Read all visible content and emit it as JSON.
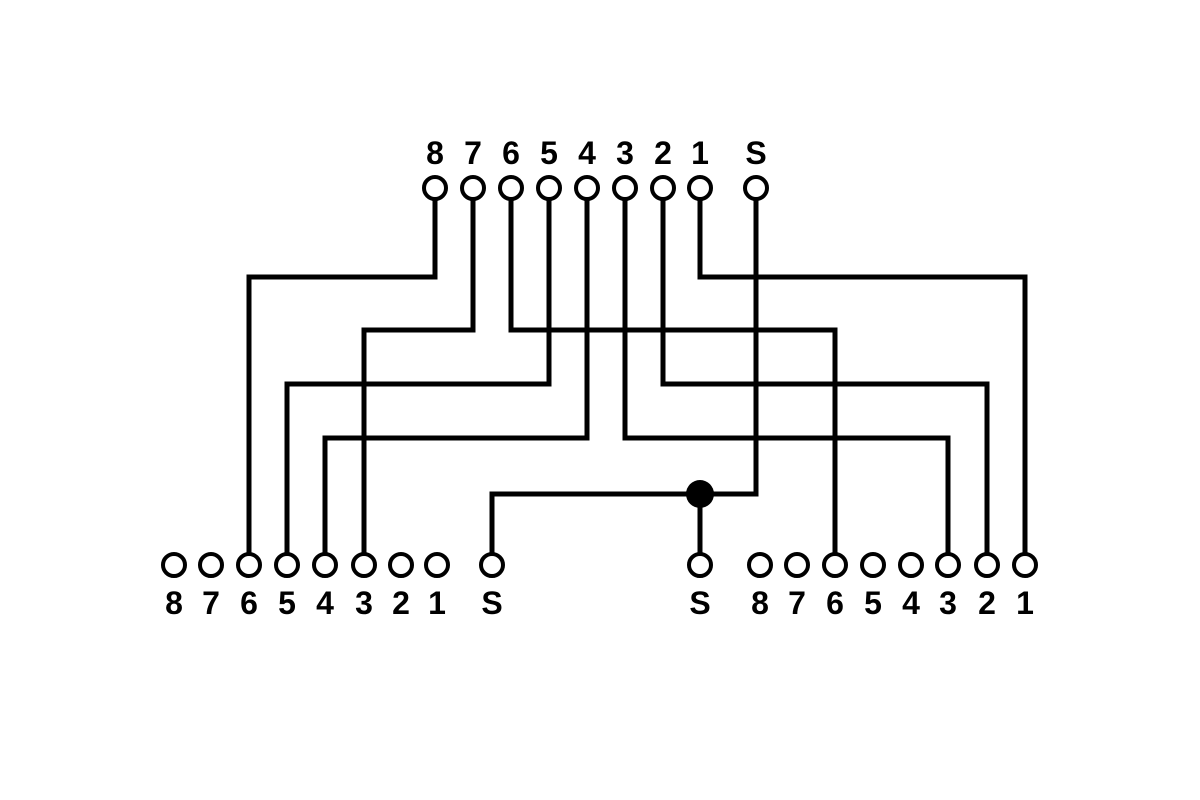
{
  "colors": {
    "background": "#ffffff",
    "ink": "#000000"
  },
  "top_connector": {
    "pins": [
      "8",
      "7",
      "6",
      "5",
      "4",
      "3",
      "2",
      "1",
      "S"
    ]
  },
  "bottom_left_connector": {
    "pins": [
      "8",
      "7",
      "6",
      "5",
      "4",
      "3",
      "2",
      "1",
      "S"
    ]
  },
  "bottom_right_connector": {
    "pins": [
      "S",
      "8",
      "7",
      "6",
      "5",
      "4",
      "3",
      "2",
      "1"
    ]
  },
  "connections": [
    {
      "from": "top.8",
      "to": "bottom_left.6"
    },
    {
      "from": "top.7",
      "to": "bottom_left.3"
    },
    {
      "from": "top.6",
      "to": "bottom_right.6"
    },
    {
      "from": "top.5",
      "to": "bottom_left.5"
    },
    {
      "from": "top.4",
      "to": "bottom_left.4"
    },
    {
      "from": "top.3",
      "to": "bottom_right.3"
    },
    {
      "from": "top.2",
      "to": "bottom_right.2"
    },
    {
      "from": "top.1",
      "to": "bottom_right.1"
    },
    {
      "from": "top.S",
      "to": "bottom_left.S"
    },
    {
      "from": "top.S",
      "to": "bottom_right.S"
    }
  ]
}
